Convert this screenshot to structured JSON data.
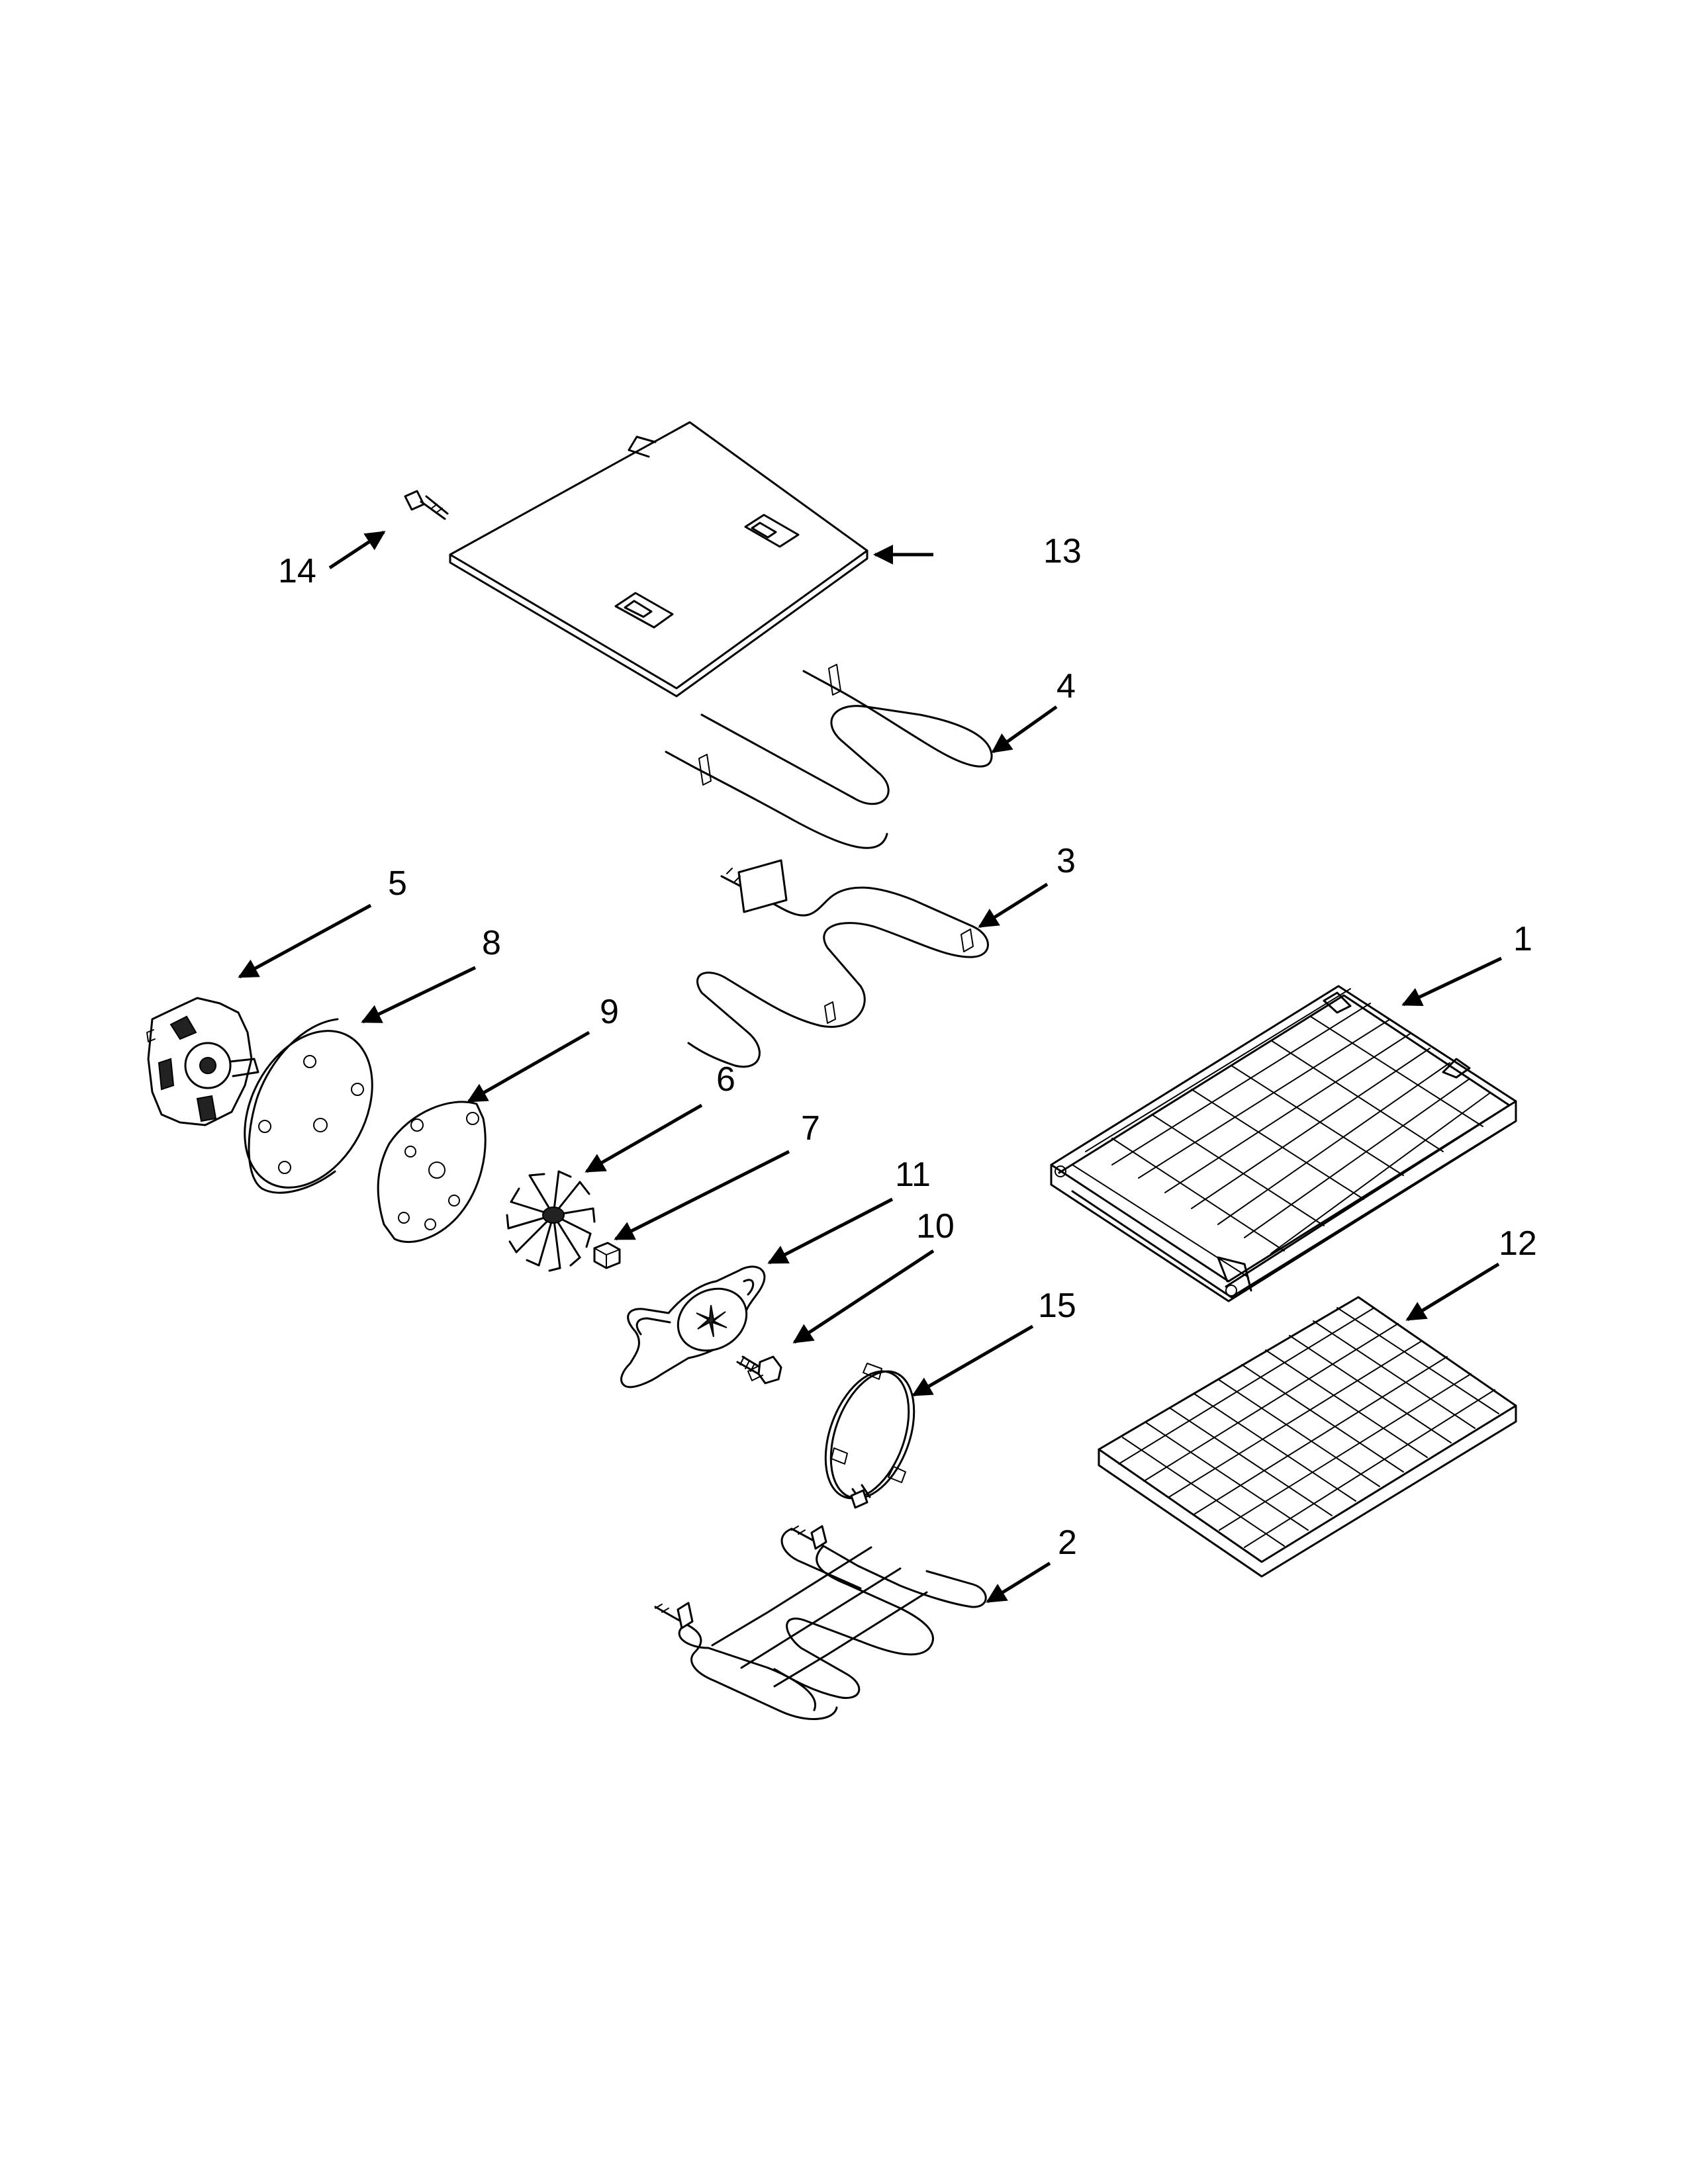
{
  "callouts": [
    {
      "id": "1",
      "label": "1",
      "part": "oven-rack-sliding"
    },
    {
      "id": "2",
      "label": "2",
      "part": "bake-element"
    },
    {
      "id": "3",
      "label": "3",
      "part": "broil-element-lower"
    },
    {
      "id": "4",
      "label": "4",
      "part": "broil-element-upper"
    },
    {
      "id": "5",
      "label": "5",
      "part": "convection-fan-motor"
    },
    {
      "id": "6",
      "label": "6",
      "part": "fan-blade"
    },
    {
      "id": "7",
      "label": "7",
      "part": "fan-nut"
    },
    {
      "id": "8",
      "label": "8",
      "part": "insulation-pad"
    },
    {
      "id": "9",
      "label": "9",
      "part": "motor-mounting-plate"
    },
    {
      "id": "10",
      "label": "10",
      "part": "screw"
    },
    {
      "id": "11",
      "label": "11",
      "part": "fan-bracket"
    },
    {
      "id": "12",
      "label": "12",
      "part": "oven-rack-flat"
    },
    {
      "id": "13",
      "label": "13",
      "part": "heat-shield-panel"
    },
    {
      "id": "14",
      "label": "14",
      "part": "panel-screw"
    },
    {
      "id": "15",
      "label": "15",
      "part": "convection-element-ring"
    }
  ]
}
